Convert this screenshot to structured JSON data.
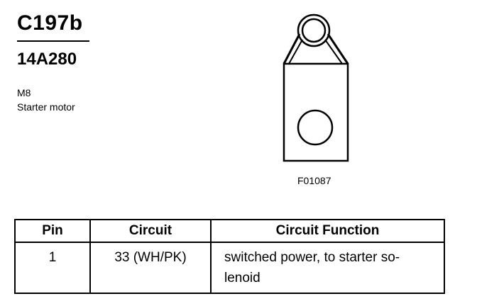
{
  "connector": {
    "id": "C197b",
    "part_number": "14A280",
    "component_ref": "M8",
    "component_name": "Starter motor"
  },
  "figure": {
    "id": "F01087"
  },
  "pin_table": {
    "headers": {
      "pin": "Pin",
      "circuit": "Circuit",
      "function": "Circuit Function"
    },
    "rows": [
      {
        "pin": "1",
        "circuit": "33 (WH/PK)",
        "function_line1": "switched power, to starter so-",
        "function_line2": "lenoid"
      }
    ]
  }
}
